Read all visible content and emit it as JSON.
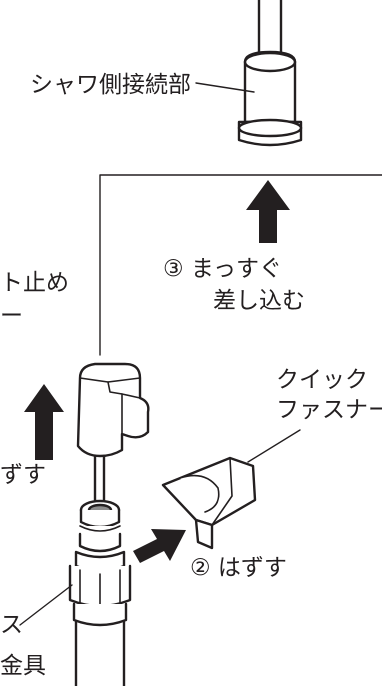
{
  "labels": {
    "shower_connection": "シャワ側接続部",
    "step3_line1": "③ まっすぐ",
    "step3_line2": "差し込む",
    "stopper_line1": "ト止め",
    "stopper_line2": "ー",
    "quick_fastener_line1": "クイック",
    "quick_fastener_line2": "ファスナー",
    "remove_left": "ずす",
    "step2": "② はずす",
    "fitting_line1": "ス",
    "fitting_line2": "金具"
  },
  "colors": {
    "line": "#231f20",
    "fill": "#ffffff",
    "gray": "#8c8c8c"
  },
  "icons": [
    "up-arrow-icon",
    "up-arrow-icon",
    "right-arrow-icon"
  ]
}
